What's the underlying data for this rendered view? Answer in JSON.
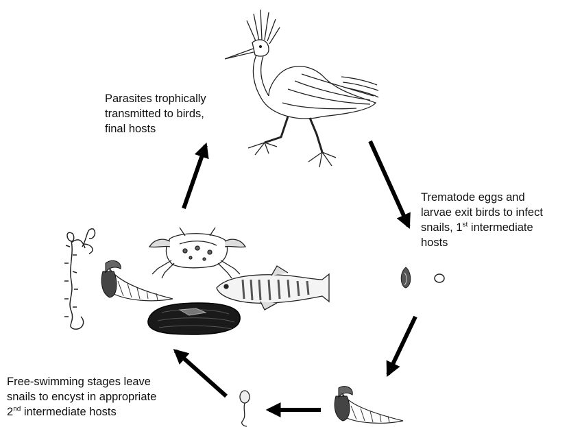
{
  "labels": {
    "transmission": {
      "line1": "Parasites trophically",
      "line2": "transmitted to birds,",
      "line3": "final hosts"
    },
    "eggs": {
      "line1": "Trematode eggs and",
      "line2": "larvae exit birds to infect",
      "line3a": "snails, 1",
      "line3sup": "st",
      "line3b": " intermediate",
      "line4": "hosts"
    },
    "encyst": {
      "line1": "Free-swimming stages leave",
      "line2": "snails to encyst in appropriate",
      "line3a": "2",
      "line3sup": "nd",
      "line3b": " intermediate hosts"
    }
  },
  "illustrations": [
    "egret-bird",
    "trematode-egg",
    "larva",
    "horn-snail",
    "cercaria",
    "crab",
    "killifish",
    "polychaete-worm",
    "clam"
  ],
  "colors": {
    "arrow": "#000000",
    "ink": "#222222",
    "text": "#111111"
  }
}
